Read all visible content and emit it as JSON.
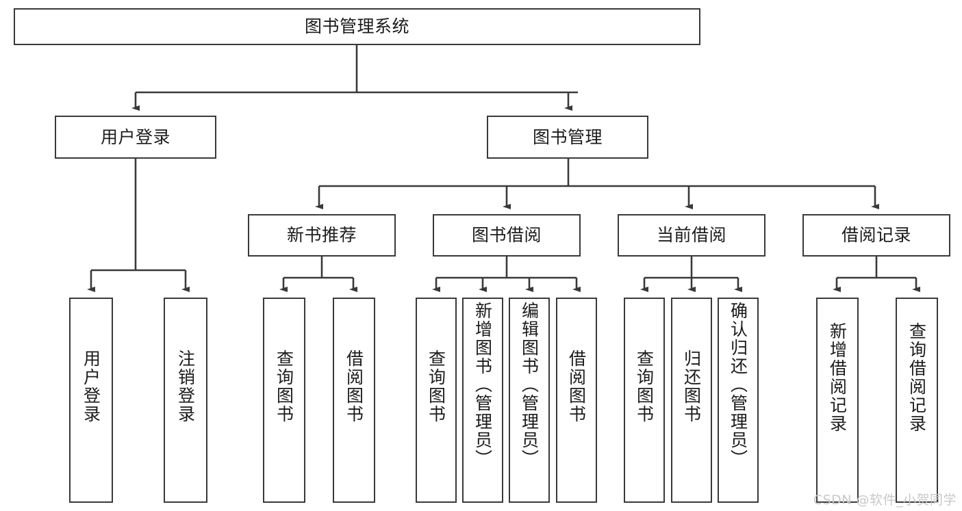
{
  "diagram": {
    "title": "图书管理系统",
    "watermark": "CSDN @软件_小贺同学",
    "colors": {
      "stroke": "#39393b",
      "text": "#1b1b1d",
      "background": "#ffffff",
      "watermark": "#c8c8c8"
    },
    "levels": {
      "root": {
        "label": "图书管理系统"
      },
      "level2": [
        {
          "label": "用户登录"
        },
        {
          "label": "图书管理"
        }
      ],
      "level3": [
        {
          "label": "新书推荐"
        },
        {
          "label": "图书借阅"
        },
        {
          "label": "当前借阅"
        },
        {
          "label": "借阅记录"
        }
      ],
      "leaves": [
        {
          "label": "用户登录"
        },
        {
          "label": "注销登录"
        },
        {
          "label": "查询图书"
        },
        {
          "label": "借阅图书"
        },
        {
          "label": "查询图书"
        },
        {
          "label": "新增图书（管理员）"
        },
        {
          "label": "编辑图书（管理员）"
        },
        {
          "label": "借阅图书"
        },
        {
          "label": "查询图书"
        },
        {
          "label": "归还图书"
        },
        {
          "label": "确认归还（管理员）"
        },
        {
          "label": "新增借阅记录"
        },
        {
          "label": "查询借阅记录"
        }
      ]
    }
  }
}
